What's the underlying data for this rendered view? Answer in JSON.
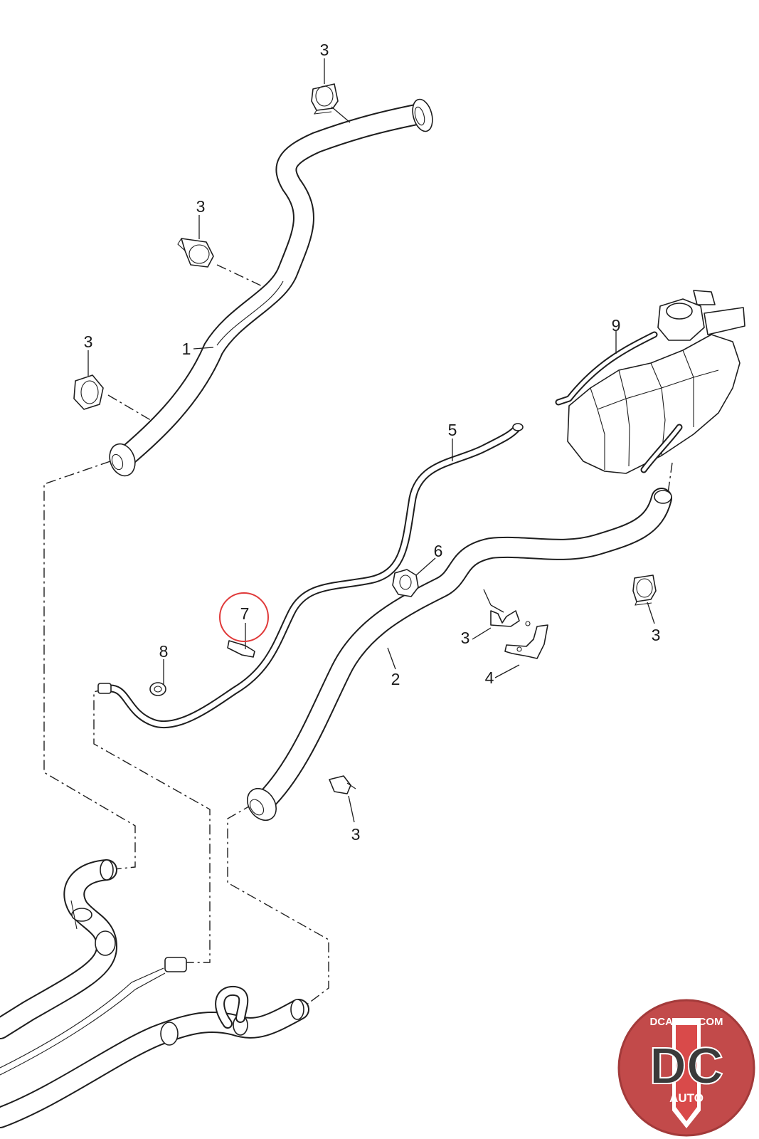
{
  "callouts": {
    "c1": "1",
    "c2": "2",
    "c3a": "3",
    "c3b": "3",
    "c3c": "3",
    "c3d": "3",
    "c3e": "3",
    "c3f": "3",
    "c4": "4",
    "c5": "5",
    "c6": "6",
    "c7": "7",
    "c8": "8",
    "c9": "9"
  },
  "highlight": {
    "part": "7",
    "color": "#e03a3a"
  },
  "logo": {
    "site": "DCAUTO.COM",
    "mark": "DC",
    "word": "AUTO",
    "colors": {
      "disc": "#c24a4a",
      "band": "#ffffff",
      "mark": "#3a3a3a"
    }
  }
}
